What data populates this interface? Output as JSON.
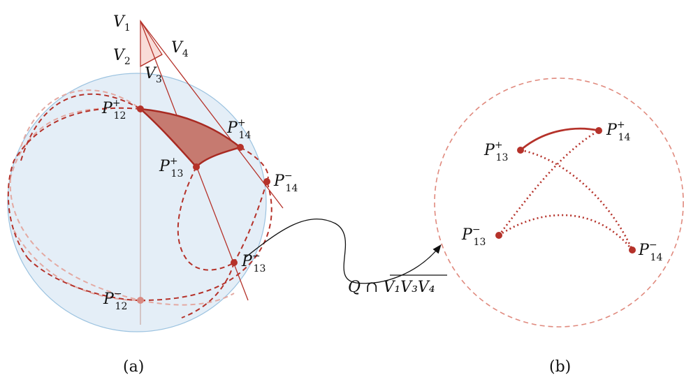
{
  "vertices": {
    "v1": {
      "base": "V",
      "sub": "1"
    },
    "v2": {
      "base": "V",
      "sub": "2"
    },
    "v3": {
      "base": "V",
      "sub": "3"
    },
    "v4": {
      "base": "V",
      "sub": "4"
    }
  },
  "points_a": {
    "p12_plus": {
      "base": "P",
      "sub": "12",
      "sup": "+"
    },
    "p12_minus": {
      "base": "P",
      "sub": "12",
      "sup": "−"
    },
    "p13_plus": {
      "base": "P",
      "sub": "13",
      "sup": "+"
    },
    "p13_minus": {
      "base": "P",
      "sub": "13",
      "sup": "−"
    },
    "p14_plus": {
      "base": "P",
      "sub": "14",
      "sup": "+"
    },
    "p14_minus": {
      "base": "P",
      "sub": "14",
      "sup": "−"
    }
  },
  "points_b": {
    "p13_plus": {
      "base": "P",
      "sub": "13",
      "sup": "+"
    },
    "p13_minus": {
      "base": "P",
      "sub": "13",
      "sup": "−"
    },
    "p14_plus": {
      "base": "P",
      "sub": "14",
      "sup": "+"
    },
    "p14_minus": {
      "base": "P",
      "sub": "14",
      "sup": "−"
    }
  },
  "arrow_label": {
    "prefix": "Q ∩ ",
    "overline": "V₁V₃V₄"
  },
  "captions": {
    "a": "(a)",
    "b": "(b)"
  },
  "colors": {
    "sphere_fill": "#e4eef7",
    "sphere_stroke": "#9cc3e0",
    "accent": "#b5322a",
    "accent_light": "#e8a49c",
    "region_fill": "#c67a70",
    "tetra_fill": "#f9dcd8"
  }
}
